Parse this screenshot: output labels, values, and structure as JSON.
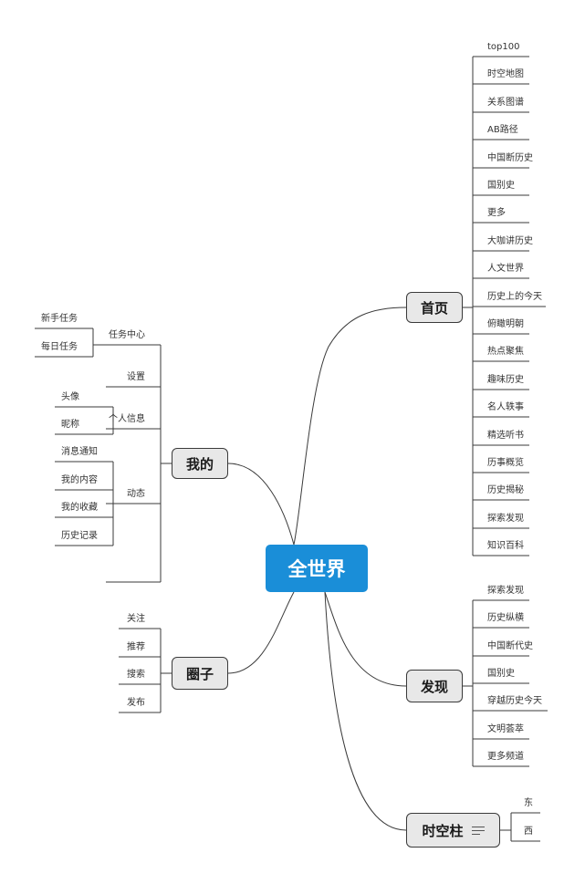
{
  "root": {
    "label": "全世界"
  },
  "colors": {
    "root_fill": "#1a8ed8",
    "main_fill": "#e8e8e8",
    "line": "#3a3a3a"
  },
  "branches": {
    "home": {
      "label": "首页",
      "items": [
        "top100",
        "时空地图",
        "关系图谱",
        "AB路径",
        "中国断历史",
        "国别史",
        "更多",
        "大咖讲历史",
        "人文世界",
        "历史上的今天",
        "俯瞰明朝",
        "热点聚焦",
        "趣味历史",
        "名人轶事",
        "精选听书",
        "历事概览",
        "历史揭秘",
        "探索发现",
        "知识百科"
      ]
    },
    "discover": {
      "label": "发现",
      "items": [
        "探索发现",
        "历史纵横",
        "中国断代史",
        "国别史",
        "穿越历史今天",
        "文明荟萃",
        "更多频道"
      ]
    },
    "timeline": {
      "label": "时空柱",
      "icon": "menu-lines-icon",
      "items": [
        "东",
        "西"
      ]
    },
    "mine": {
      "label": "我的",
      "groups": [
        {
          "label": "任务中心",
          "children": [
            "新手任务",
            "每日任务"
          ]
        },
        {
          "label": "设置",
          "children": []
        },
        {
          "label": "个人信息",
          "children": [
            "头像",
            "昵称"
          ]
        },
        {
          "label": "动态",
          "children": [
            "消息通知",
            "我的内容",
            "我的收藏",
            "历史记录"
          ]
        },
        {
          "label": "",
          "children": []
        }
      ]
    },
    "circle": {
      "label": "圈子",
      "items": [
        "关注",
        "推荐",
        "搜索",
        "发布"
      ]
    }
  }
}
